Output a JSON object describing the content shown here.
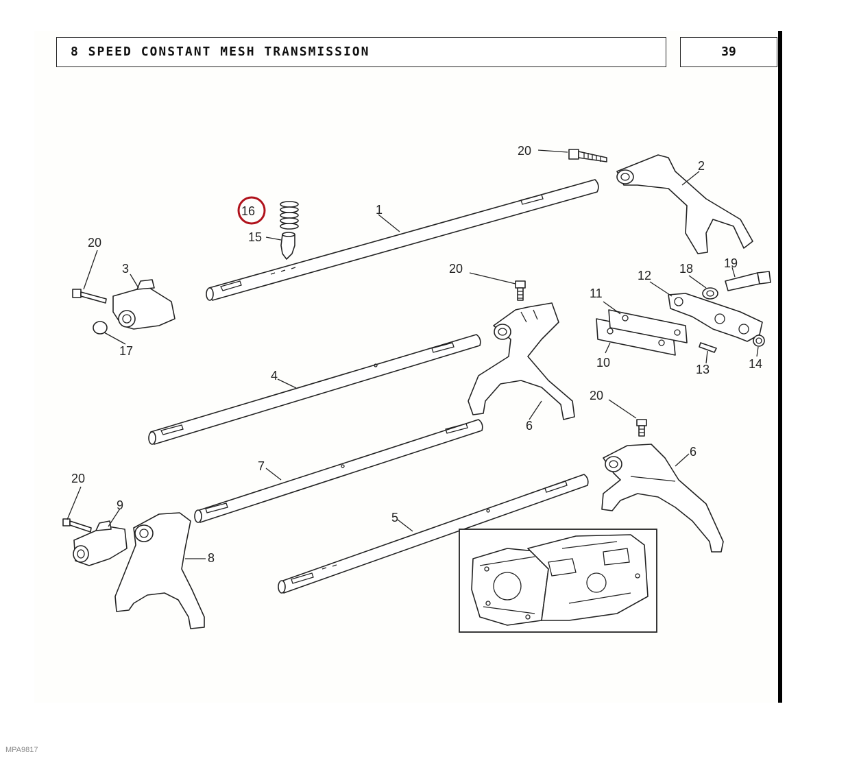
{
  "header": {
    "title": "8 SPEED CONSTANT MESH TRANSMISSION",
    "page_number": "39"
  },
  "footer": {
    "reference_code": "MPA9817"
  },
  "diagram": {
    "highlight_color": "#b0121b",
    "callouts": {
      "shaft_1": "1",
      "fork_2": "2",
      "block_3": "3",
      "shaft_4": "4",
      "shaft_5": "5",
      "fork_6_upper": "6",
      "fork_6_lower": "6",
      "shaft_7": "7",
      "fork_8": "8",
      "block_9": "9",
      "plate_10": "10",
      "plate_11": "11",
      "lever_12": "12",
      "pin_13": "13",
      "ring_14": "14",
      "plunger_15": "15",
      "spring_16": "16",
      "ring_17": "17",
      "washer_18": "18",
      "bolt_19": "19",
      "screw_20_top": "20",
      "screw_20_left": "20",
      "screw_20_mid": "20",
      "screw_20_right": "20",
      "screw_20_bottom": "20"
    }
  }
}
